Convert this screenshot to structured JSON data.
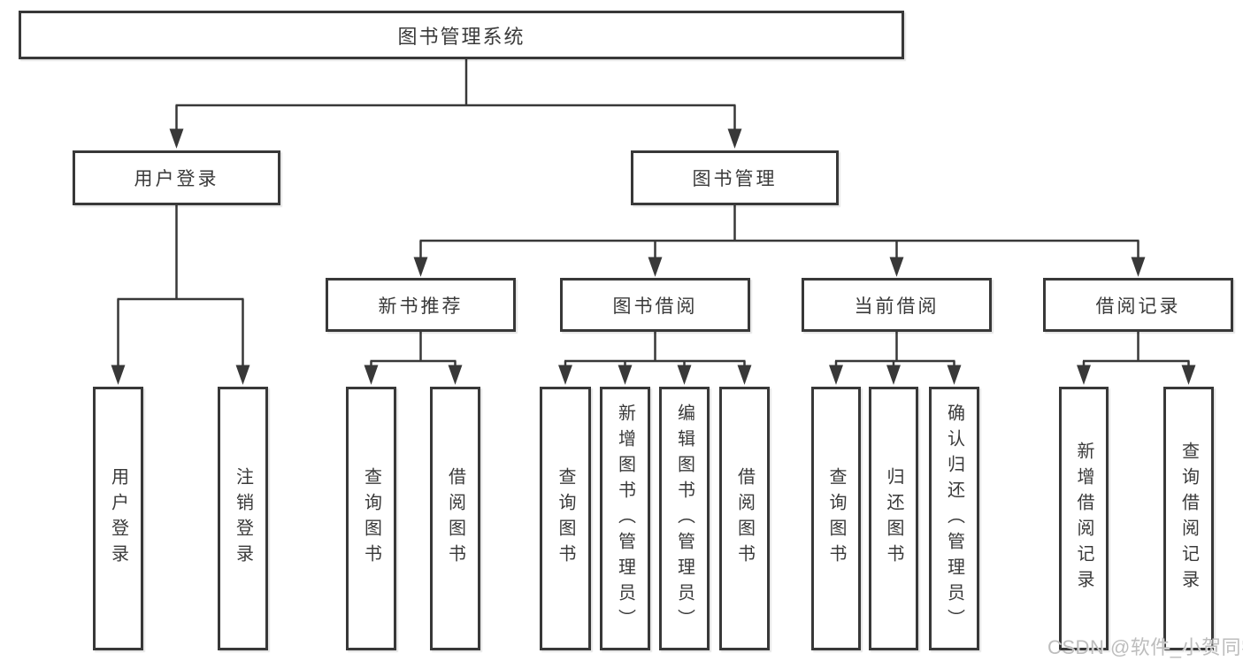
{
  "colors": {
    "line": "#383838",
    "box_border": "#383838",
    "text": "#3a3a3a",
    "background": "#ffffff",
    "watermark": "#bdbdbd"
  },
  "watermark": {
    "text": "CSDN @软件_小贺同学"
  },
  "tree": {
    "root": {
      "label": "图书管理系统"
    },
    "children": [
      {
        "label": "用户登录",
        "children": [
          {
            "label": "用户登录"
          },
          {
            "label": "注销登录"
          }
        ]
      },
      {
        "label": "图书管理",
        "children": [
          {
            "label": "新书推荐",
            "children": [
              {
                "label": "查询图书"
              },
              {
                "label": "借阅图书"
              }
            ]
          },
          {
            "label": "图书借阅",
            "children": [
              {
                "label": "查询图书"
              },
              {
                "label": "新增图书（管理员）"
              },
              {
                "label": "编辑图书（管理员）"
              },
              {
                "label": "借阅图书"
              }
            ]
          },
          {
            "label": "当前借阅",
            "children": [
              {
                "label": "查询图书"
              },
              {
                "label": "归还图书"
              },
              {
                "label": "确认归还（管理员）"
              }
            ]
          },
          {
            "label": "借阅记录",
            "children": [
              {
                "label": "新增借阅记录"
              },
              {
                "label": "查询借阅记录"
              }
            ]
          }
        ]
      }
    ]
  }
}
